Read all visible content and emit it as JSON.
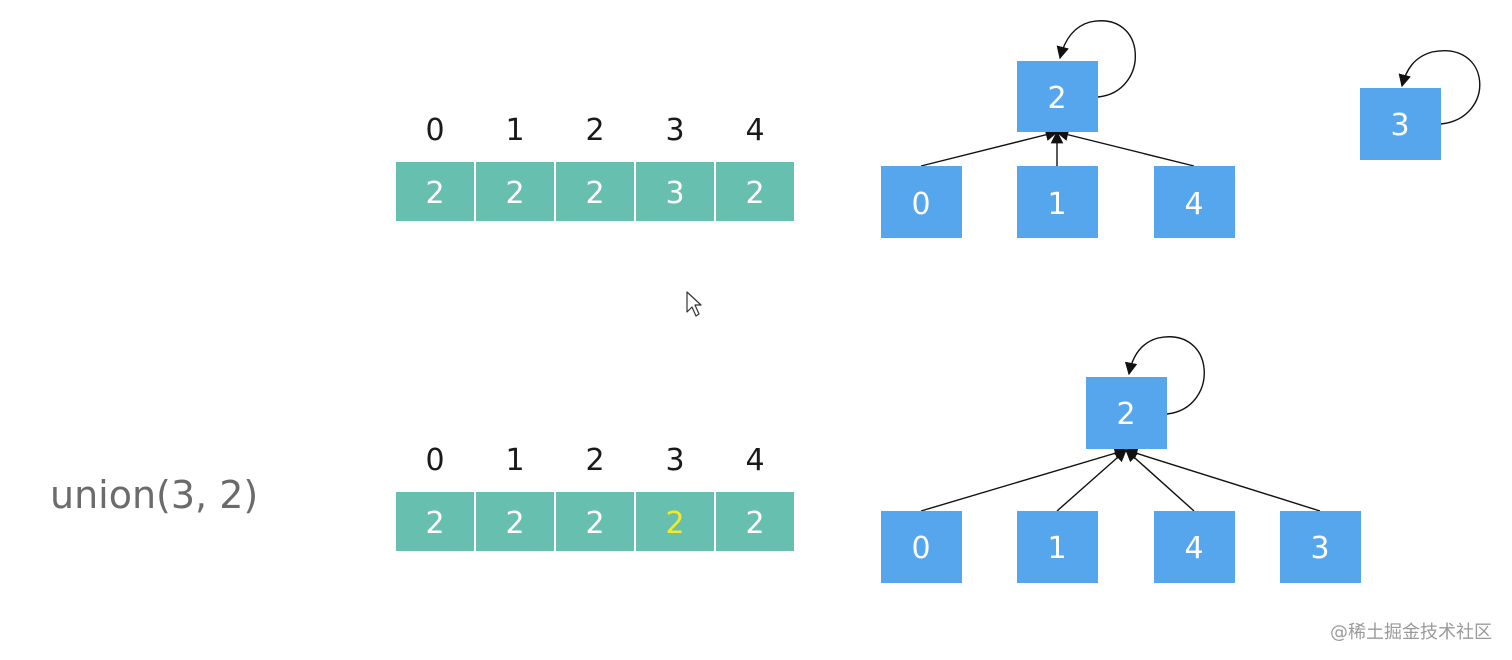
{
  "colors": {
    "cell_fill": "#67BFB0",
    "node_fill": "#55A6EC",
    "changed_value": "#F2EA2A",
    "edge": "#111111"
  },
  "operation": {
    "label": "union(3, 2)"
  },
  "watermark": "@稀土掘金技术社区",
  "before": {
    "indices": [
      "0",
      "1",
      "2",
      "3",
      "4"
    ],
    "parents": [
      "2",
      "2",
      "2",
      "3",
      "2"
    ],
    "roots": [
      "2",
      "3"
    ],
    "children_of_2": [
      "0",
      "1",
      "4"
    ]
  },
  "after": {
    "indices": [
      "0",
      "1",
      "2",
      "3",
      "4"
    ],
    "parents": [
      "2",
      "2",
      "2",
      "2",
      "2"
    ],
    "changed_index": 3,
    "root": "2",
    "children_of_2": [
      "0",
      "1",
      "4",
      "3"
    ]
  },
  "icons": {
    "cursor": "mouse-pointer-icon"
  }
}
